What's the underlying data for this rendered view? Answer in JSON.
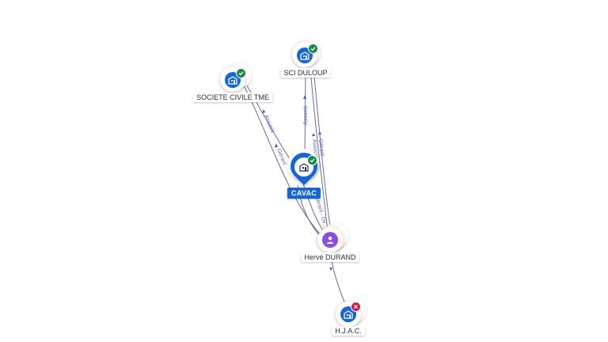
{
  "nodes": {
    "sci_duloup": {
      "label": "SCI DULOUP",
      "icon": "building-icon",
      "status": "active"
    },
    "societe_civile_tme": {
      "label": "SOCIETE CIVILE TME",
      "icon": "building-icon",
      "status": "active"
    },
    "cavac": {
      "label": "CAVAC",
      "icon": "building-icon",
      "status": "active"
    },
    "herve_durand": {
      "label": "Hervé DURAND",
      "icon": "person-icon"
    },
    "hjac": {
      "label": "H.J.A.C.",
      "icon": "building-icon",
      "status": "closed"
    }
  },
  "edges": {
    "tme_cavac": "Associé",
    "tme_herve": "Gérant",
    "duloup_cavac": "Associé",
    "duloup_herve_1": "Gérant",
    "duloup_herve_2": "Associé",
    "cavac_herve": "Gérant - Dir..."
  },
  "colors": {
    "company": "#1565d8",
    "person": "#8a4ee8",
    "active_badge": "#178a47",
    "closed_badge": "#d21f46",
    "edge": "#6b6f8a",
    "edge_label": "#5a63c7"
  }
}
